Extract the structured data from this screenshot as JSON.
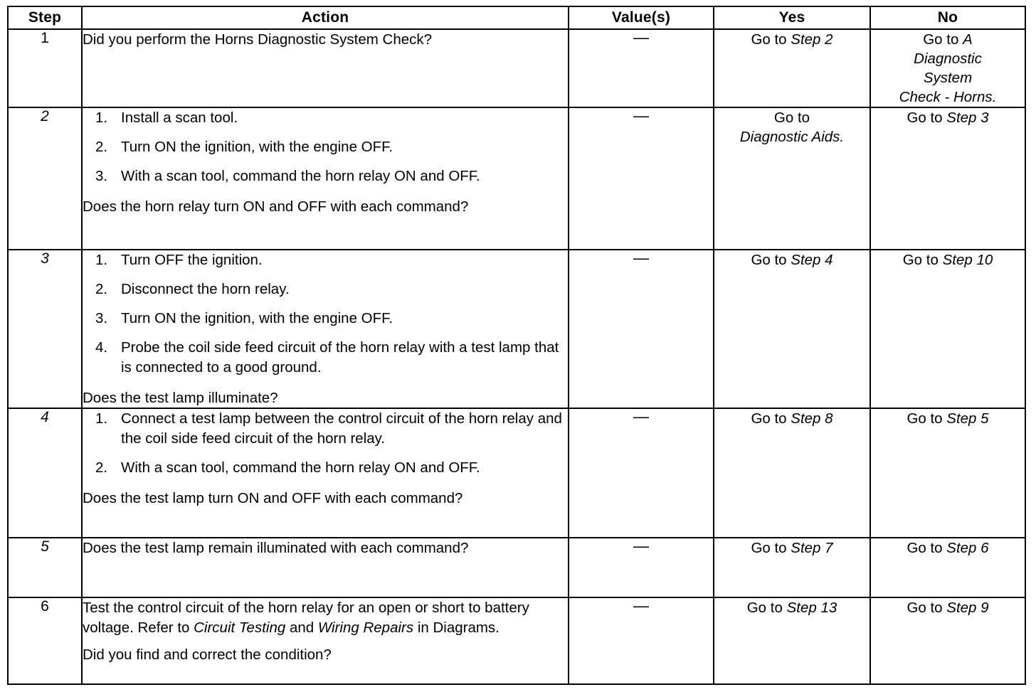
{
  "table": {
    "columns": [
      {
        "key": "step",
        "label": "Step"
      },
      {
        "key": "action",
        "label": "Action"
      },
      {
        "key": "value",
        "label": "Value(s)"
      },
      {
        "key": "yes",
        "label": "Yes"
      },
      {
        "key": "no",
        "label": "No"
      }
    ],
    "dash": "—",
    "rows": [
      {
        "step": "1",
        "step_italic": false,
        "action": {
          "list": [],
          "question": "Did you perform the Horns Diagnostic System Check?",
          "question_position": "top"
        },
        "value": "—",
        "yes": {
          "lines": [
            "Go to Step 2"
          ],
          "italic_tail": "Step 2",
          "align": "bottom"
        },
        "no": {
          "lines": [
            "Go to A",
            "Diagnostic",
            "System",
            "Check - Horns."
          ],
          "align": "top"
        }
      },
      {
        "step": "2",
        "step_italic": true,
        "action": {
          "list": [
            {
              "num": "1.",
              "text": "Install a scan tool."
            },
            {
              "num": "2.",
              "text": "Turn ON the ignition, with the engine OFF."
            },
            {
              "num": "3.",
              "text": "With a scan tool, command the horn relay ON and OFF."
            }
          ],
          "question": "Does the horn relay turn ON and OFF with each command?",
          "question_position": "bottom"
        },
        "value": "—",
        "yes": {
          "lines": [
            "Go to",
            "Diagnostic Aids."
          ],
          "align": "bottom"
        },
        "no": {
          "lines": [
            "Go to Step 3"
          ],
          "italic_tail": "Step 3",
          "align": "bottom"
        }
      },
      {
        "step": "3",
        "step_italic": true,
        "action": {
          "list": [
            {
              "num": "1.",
              "text": "Turn OFF the ignition."
            },
            {
              "num": "2.",
              "text": "Disconnect the horn relay."
            },
            {
              "num": "3.",
              "text": "Turn ON the ignition, with the engine OFF."
            },
            {
              "num": "4.",
              "text": "Probe the coil side feed circuit of the horn relay with a test lamp that is connected to a good ground."
            }
          ],
          "question": "Does the test lamp illuminate?",
          "question_position": "bottom"
        },
        "value": "—",
        "yes": {
          "lines": [
            "Go to Step 4"
          ],
          "italic_tail": "Step 4",
          "align": "bottom"
        },
        "no": {
          "lines": [
            "Go to Step 10"
          ],
          "italic_tail": "Step 10",
          "align": "bottom"
        }
      },
      {
        "step": "4",
        "step_italic": true,
        "action": {
          "list": [
            {
              "num": "1.",
              "text": "Connect a test lamp between the control circuit of the horn relay and the coil side feed circuit of the horn relay."
            },
            {
              "num": "2.",
              "text": "With a scan tool, command the horn relay ON and OFF."
            }
          ],
          "question": "Does the test lamp turn ON and OFF with each command?",
          "question_position": "bottom"
        },
        "value": "—",
        "yes": {
          "lines": [
            "Go to Step 8"
          ],
          "italic_tail": "Step 8",
          "align": "bottom"
        },
        "no": {
          "lines": [
            "Go to Step 5"
          ],
          "italic_tail": "Step 5",
          "align": "bottom"
        }
      },
      {
        "step": "5",
        "step_italic": true,
        "action": {
          "list": [],
          "question": "Does the test lamp remain illuminated with each command?",
          "question_position": "top"
        },
        "value": "—",
        "yes": {
          "lines": [
            "Go to Step 7"
          ],
          "italic_tail": "Step 7",
          "align": "bottom"
        },
        "no": {
          "lines": [
            "Go to Step 6"
          ],
          "italic_tail": "Step 6",
          "align": "bottom"
        }
      },
      {
        "step": "6",
        "step_italic": false,
        "action": {
          "list": [],
          "statement_rich": [
            {
              "text": "Test the control circuit of the horn relay for an open or short to battery voltage. Refer to ",
              "italic": false
            },
            {
              "text": "Circuit Testing",
              "italic": true
            },
            {
              "text": " and ",
              "italic": false
            },
            {
              "text": "Wiring Repairs",
              "italic": true
            },
            {
              "text": " in Diagrams.",
              "italic": false
            }
          ],
          "question": "Did you find and correct the condition?",
          "question_position": "bottom"
        },
        "value": "—",
        "yes": {
          "lines": [
            "Go to Step 13"
          ],
          "italic_tail": "Step 13",
          "align": "bottom"
        },
        "no": {
          "lines": [
            "Go to Step 9"
          ],
          "italic_tail": "Step 9",
          "align": "bottom"
        }
      }
    ]
  }
}
